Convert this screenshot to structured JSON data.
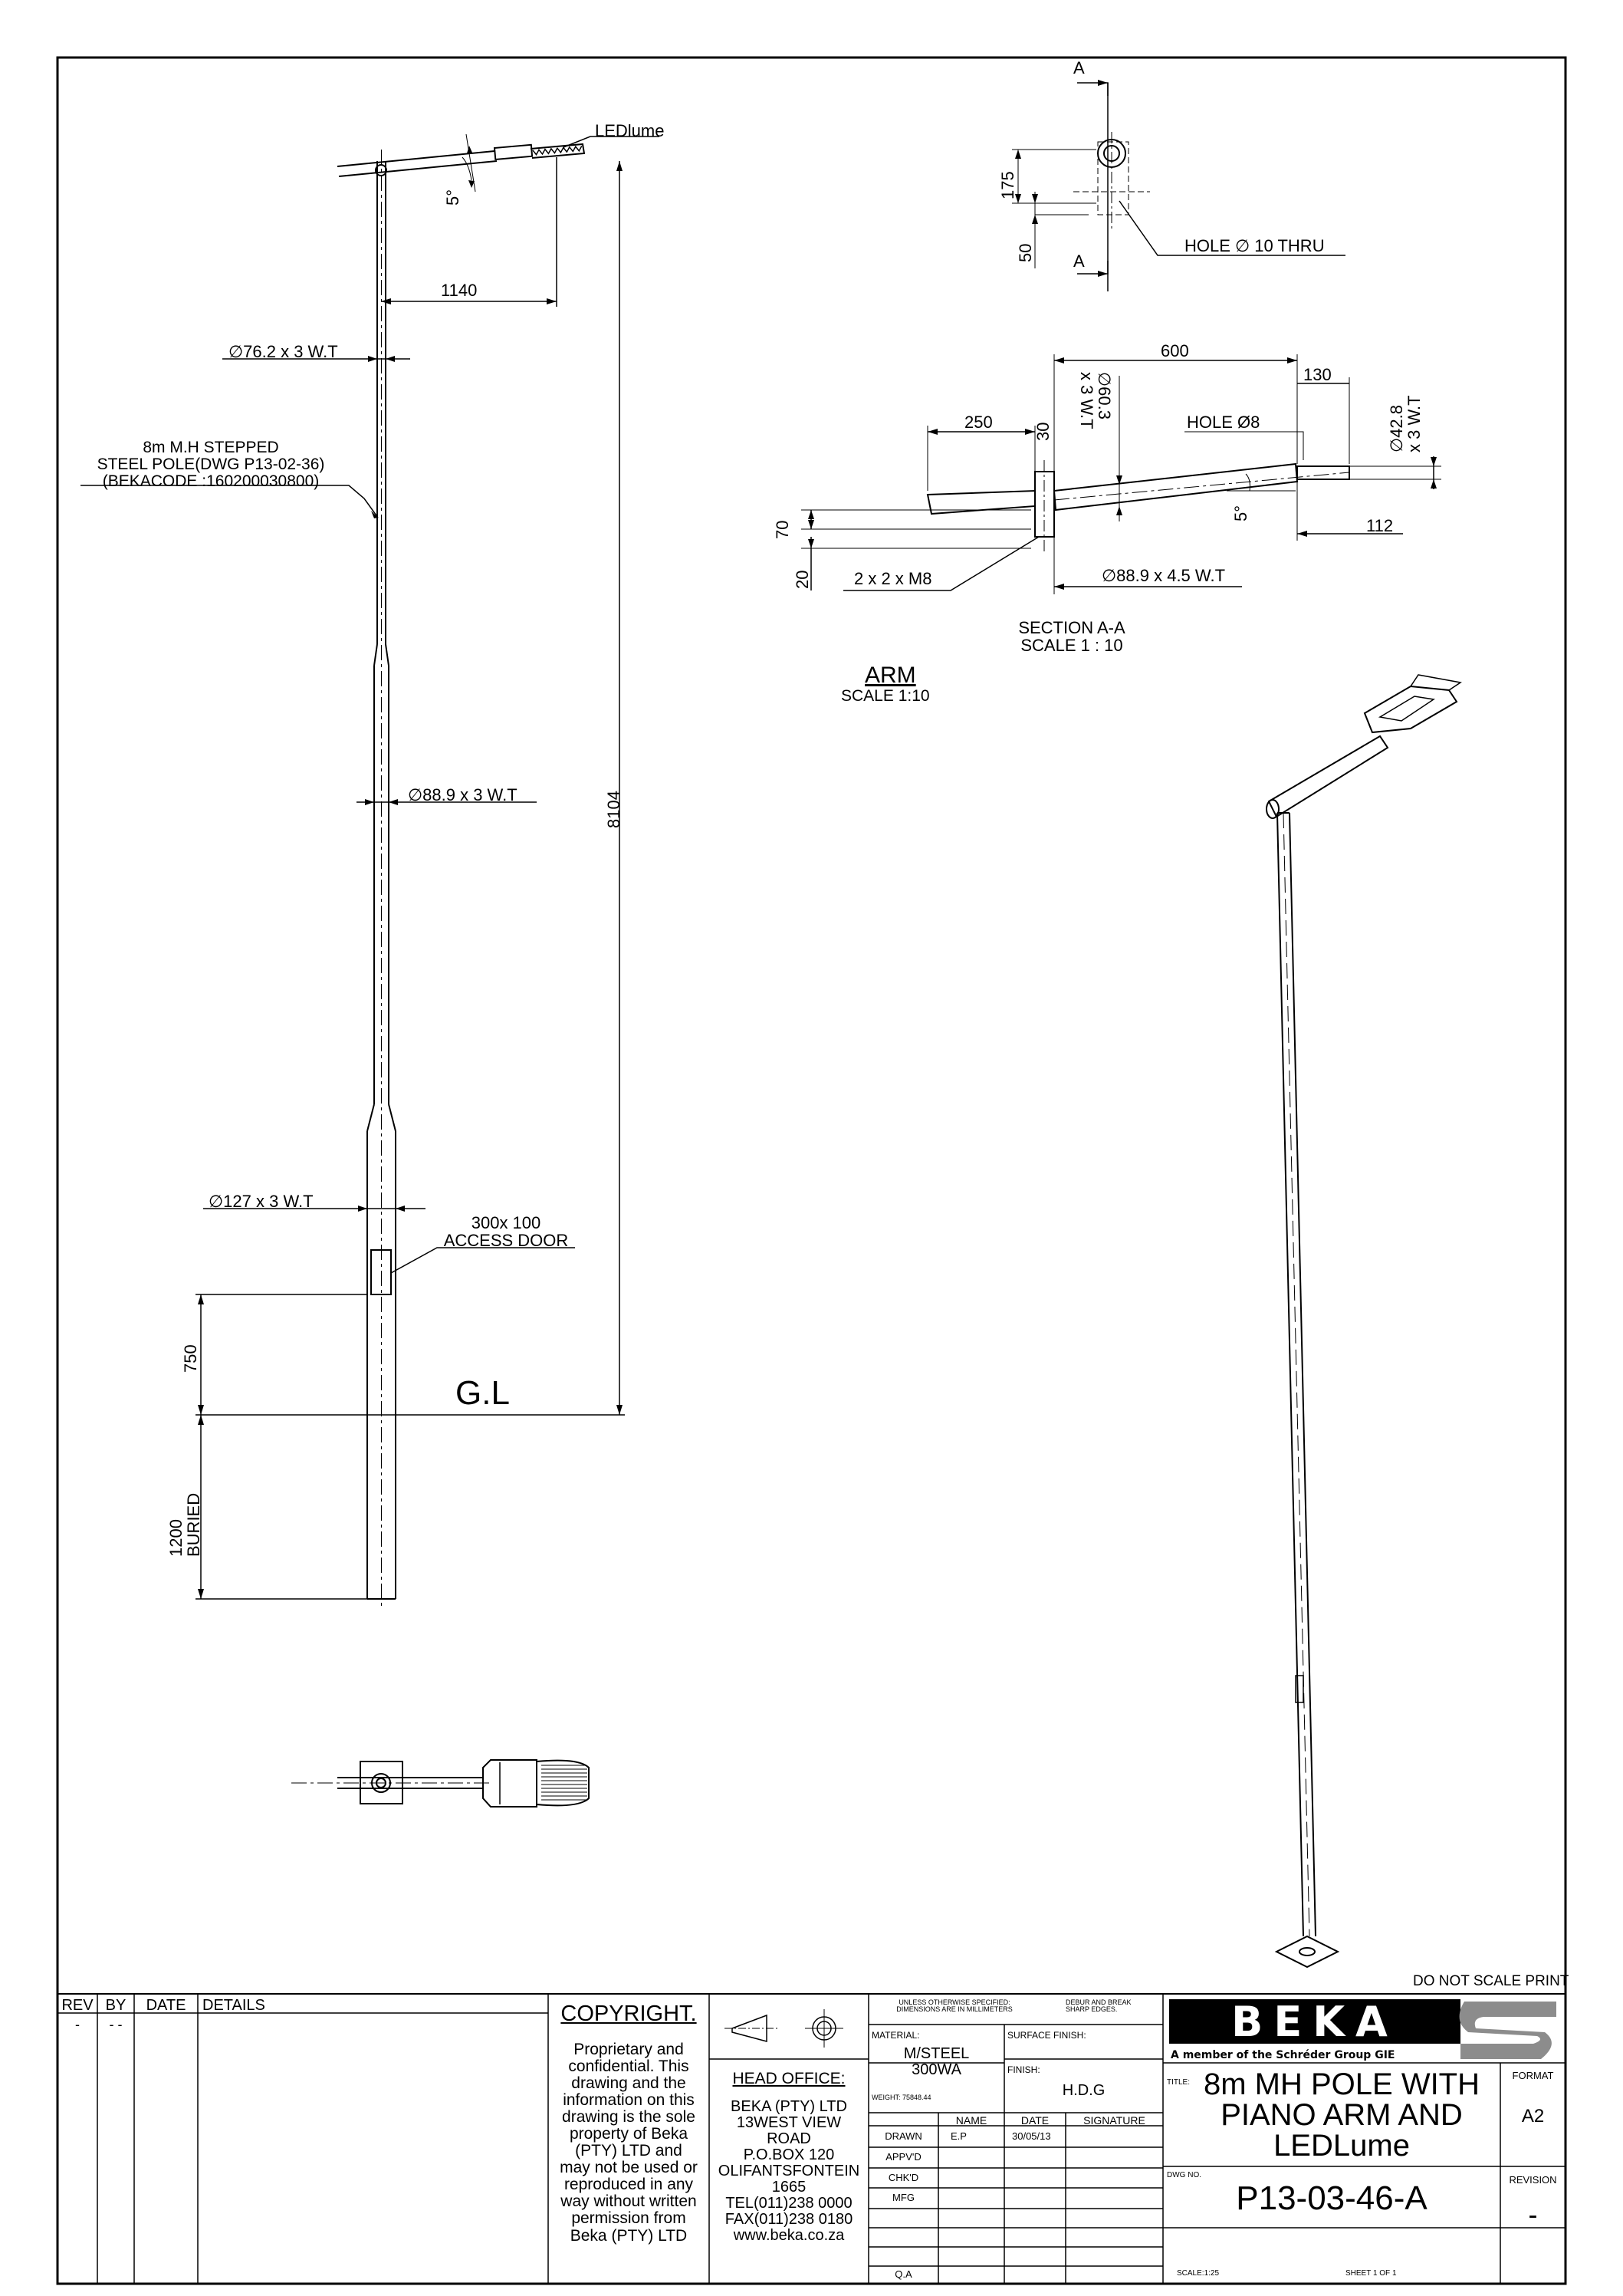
{
  "pole_elevation": {
    "luminaire_label": "LEDlume",
    "tilt_label": "5°",
    "arm_projection": "1140",
    "top_diameter": "∅76.2 x 3 W.T",
    "pole_note": "8m M.H STEPPED\nSTEEL POLE(DWG P13-02-36)\n(BEKACODE :160200030800)",
    "mid_diameter": "∅88.9 x 3 W.T",
    "overall_height": "8104",
    "base_diameter": "∅127 x 3 W.T",
    "access_door": "300x 100\nACCESS DOOR",
    "door_height": "750",
    "ground_label": "G.L",
    "buried_depth": "1200\nBURIED"
  },
  "section_view": {
    "cut_label_top": "A",
    "cut_label_bottom": "A",
    "height_175": "175",
    "height_50": "50",
    "hole_note": "HOLE ∅ 10 THRU"
  },
  "arm_detail": {
    "length_600": "600",
    "length_130": "130",
    "length_250": "250",
    "length_30": "30",
    "dia_603": "∅60.3\nx 3 W.T",
    "hole_8": "HOLE Ø8",
    "dia_428": "∅42.8\nx 3 W.T",
    "height_70": "70",
    "height_20": "20",
    "tilt": "5°",
    "length_112": "112",
    "bolts": "2 x 2 x M8",
    "dia_889": "∅88.9 x 4.5 W.T",
    "section_caption": "SECTION A-A\nSCALE 1 : 10",
    "arm_title": "ARM",
    "arm_scale": "SCALE 1:10"
  },
  "title_block": {
    "do_not_scale": "DO NOT SCALE PRINT",
    "rev_headers": [
      "REV",
      "BY",
      "DATE",
      "DETAILS"
    ],
    "rev_row": [
      "-",
      "- -",
      "",
      ""
    ],
    "copyright_title": "COPYRIGHT.",
    "copyright_text": "Proprietary and\nconfidential. This\ndrawing and the\ninformation on this\ndrawing is the sole\nproperty of Beka\n(PTY) LTD and\nmay not be used or\nreproduced in any\nway without written\npermission from\nBeka (PTY) LTD",
    "head_office_title": "HEAD OFFICE:",
    "head_office_text": "BEKA (PTY) LTD\n13WEST VIEW\nROAD\nP.O.BOX 120\nOLIFANTSFONTEIN\n1665\nTEL(011)238 0000\nFAX(011)238 0180\nwww.beka.co.za",
    "units_note": "UNLESS OTHERWISE SPECIFIED:\nDIMENSIONS ARE IN MILLIMETERS",
    "edges_note": "DEBUR AND BREAK\nSHARP EDGES.",
    "material_label": "MATERIAL:",
    "material_value": "M/STEEL\n300WA",
    "surface_finish_label": "SURFACE FINISH:",
    "finish_label": "FINISH:",
    "finish_value": "H.D.G",
    "weight_label": "WEIGHT: 75848.44",
    "sign_headers": [
      "NAME",
      "DATE",
      "SIGNATURE"
    ],
    "sign_rows": [
      {
        "role": "DRAWN",
        "name": "E.P",
        "date": "30/05/13"
      },
      {
        "role": "APPV'D",
        "name": "",
        "date": ""
      },
      {
        "role": "CHK'D",
        "name": "",
        "date": ""
      },
      {
        "role": "MFG",
        "name": "",
        "date": ""
      },
      {
        "role": "Q.A",
        "name": "",
        "date": ""
      }
    ],
    "logo_text": "BEKA",
    "logo_tagline": "A member of the Schréder Group GIE",
    "title_label": "TITLE:",
    "title_text": "8m MH POLE WITH\nPIANO ARM AND\nLEDLume",
    "format_label": "FORMAT",
    "format_value": "A2",
    "dwg_label": "DWG NO.",
    "dwg_value": "P13-03-46-A",
    "revision_label": "REVISION",
    "revision_value": "-",
    "scale": "SCALE:1:25",
    "sheet": "SHEET 1 OF 1"
  },
  "colors": {
    "line": "#000000",
    "paper": "#ffffff",
    "logo_grey": "#8c8c8c"
  }
}
